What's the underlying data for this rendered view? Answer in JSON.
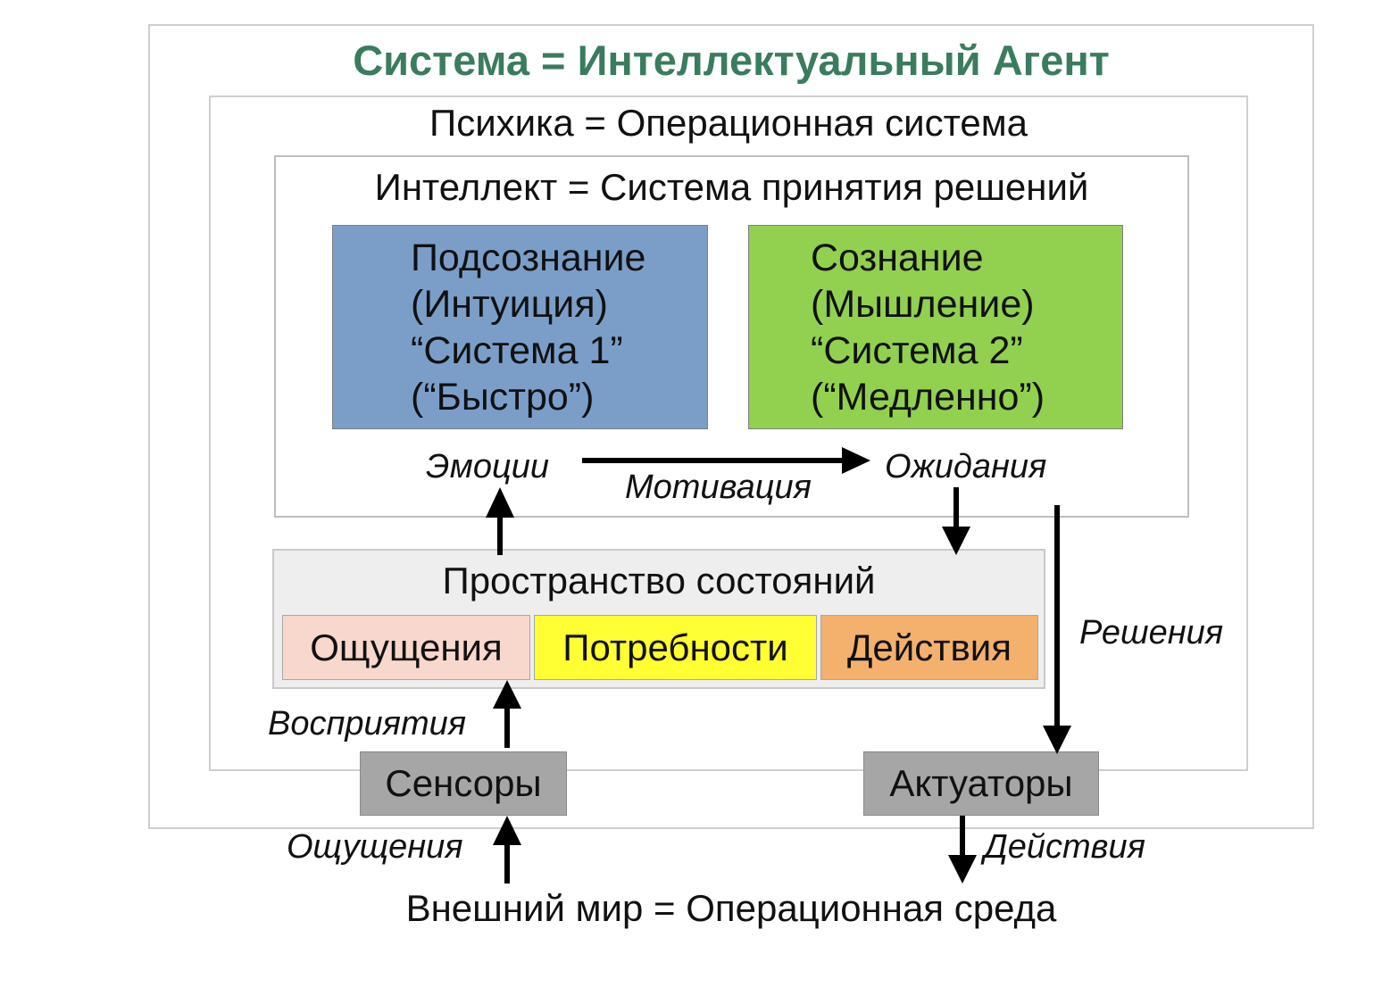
{
  "colors": {
    "title": "#3a7d5e",
    "system1": "#7b9ec9",
    "system2": "#92d050",
    "sensations_cell": "#f8d7cc",
    "needs_cell": "#ffff33",
    "actions_cell": "#f4b06d",
    "state_space_bg": "#eeeeee",
    "device_bg": "#a6a6a6"
  },
  "title": "Система = Интеллектуальный Агент",
  "psyche_label": "Психика = Операционная система",
  "intellect_label": "Интеллект = Система принятия решений",
  "system1": {
    "lines": [
      "Подсознание",
      "(Интуиция)",
      "“Система 1”",
      "(“Быстро”)"
    ]
  },
  "system2": {
    "lines": [
      "Сознание",
      "(Мышление)",
      "“Система 2”",
      "(“Медленно”)"
    ]
  },
  "flow_labels": {
    "emotions": "Эмоции",
    "motivation": "Мотивация",
    "expectations": "Ожидания",
    "decisions": "Решения",
    "perception": "Восприятия",
    "sensations_in": "Ощущения",
    "actions_out": "Действия"
  },
  "state_space": {
    "label": "Пространство состояний",
    "cells": [
      "Ощущения",
      "Потребности",
      "Действия"
    ]
  },
  "devices": {
    "sensors": "Сенсоры",
    "actuators": "Актуаторы"
  },
  "environment_label": "Внешний мир = Операционная среда"
}
